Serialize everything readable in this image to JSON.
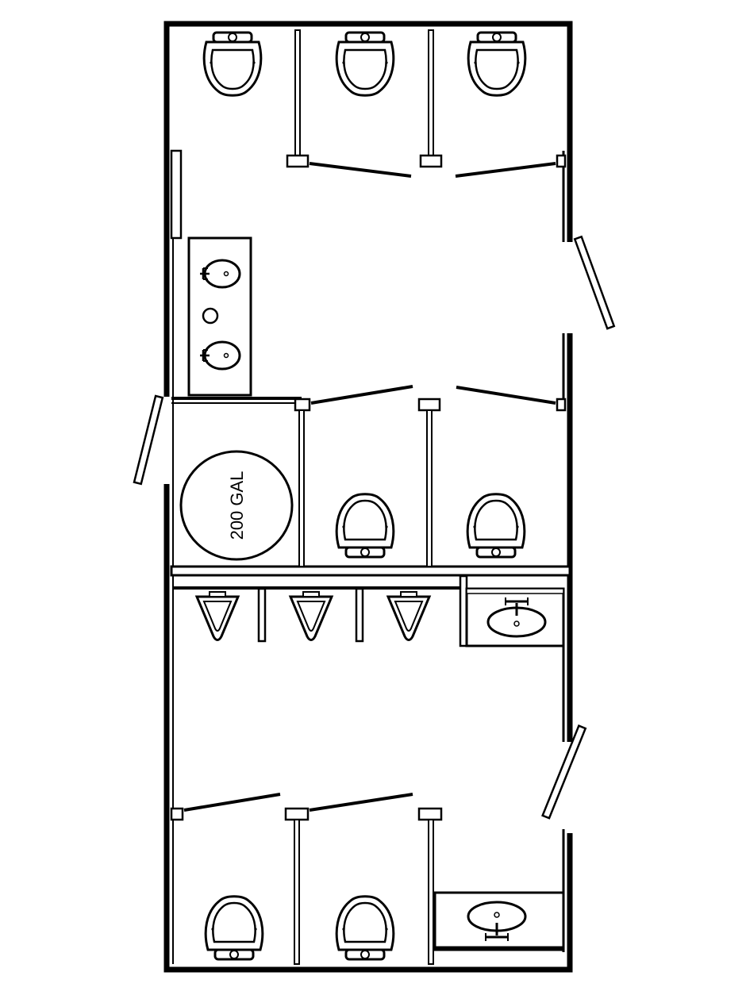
{
  "title": "",
  "colors": {
    "line": "#000000",
    "fill": "#ffffff"
  },
  "tank": {
    "label": "200 GAL"
  },
  "fixtures": {
    "toilets": 7,
    "urinals": 3,
    "sinks": 4
  }
}
